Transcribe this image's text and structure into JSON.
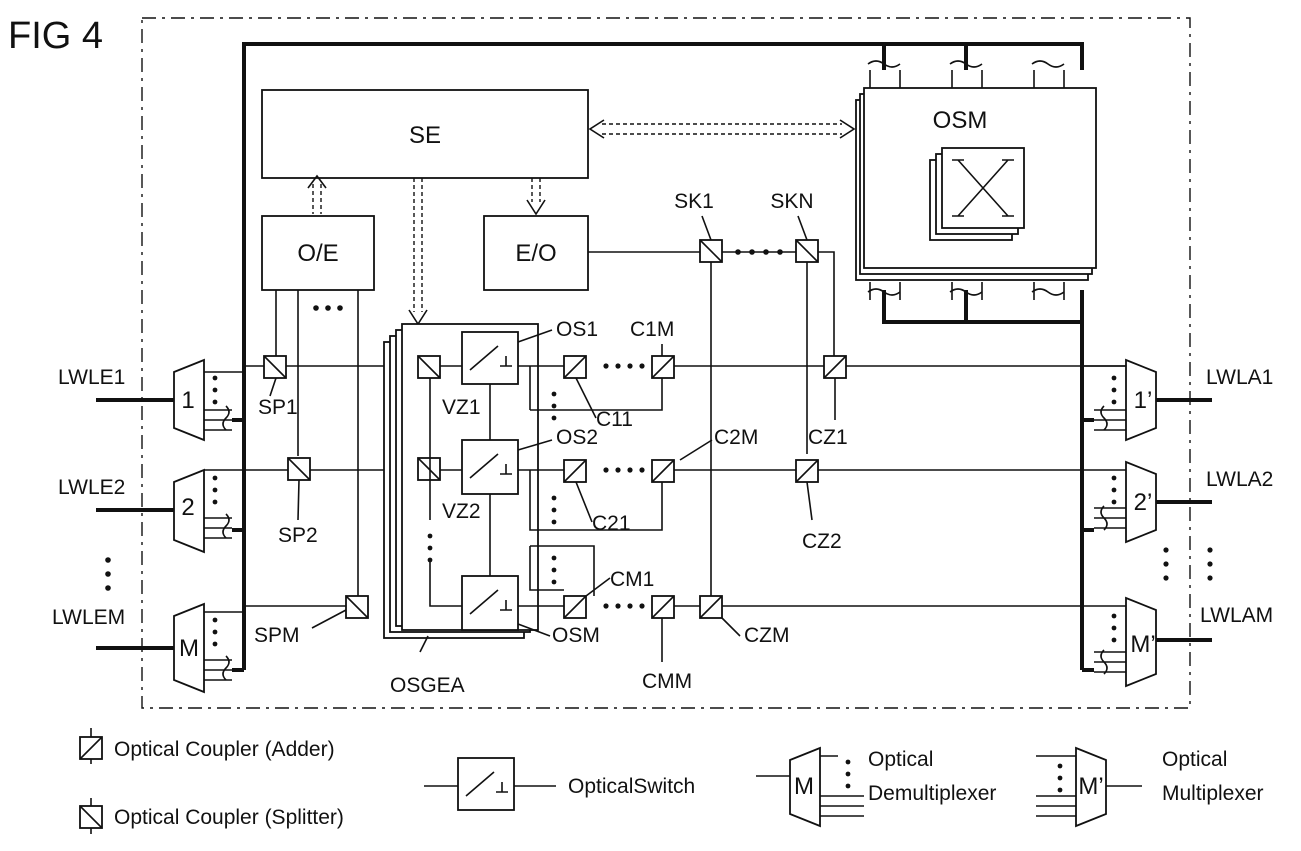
{
  "figure_label": "FIG 4",
  "blocks": {
    "se": "SE",
    "oe": "O/E",
    "eo": "E/O",
    "osm_matrix": "OSM"
  },
  "inputs": {
    "lwle1": "LWLE1",
    "lwle2": "LWLE2",
    "lwlem": "LWLEM",
    "demux1": "1",
    "demux2": "2",
    "demuxm": "M"
  },
  "outputs": {
    "lwla1": "LWLA1",
    "lwla2": "LWLA2",
    "lwlam": "LWLAM",
    "mux1": "1’",
    "mux2": "2’",
    "muxm": "M’"
  },
  "couplers": {
    "sp1": "SP1",
    "sp2": "SP2",
    "spm": "SPM",
    "vz1": "VZ1",
    "vz2": "VZ2",
    "os1": "OS1",
    "os2": "OS2",
    "osm": "OSM",
    "c1m": "C1M",
    "c11": "C11",
    "c2m": "C2M",
    "c21": "C21",
    "cm1": "CM1",
    "cmm": "CMM",
    "sk1": "SK1",
    "skn": "SKN",
    "cz1": "CZ1",
    "cz2": "CZ2",
    "czm": "CZM",
    "osgea": "OSGEA"
  },
  "legend": {
    "adder": "Optical Coupler (Adder)",
    "splitter": "Optical Coupler (Splitter)",
    "switch": "OpticalSwitch",
    "demux_box": "M",
    "demux_l1": "Optical",
    "demux_l2": "Demultiplexer",
    "mux_box": "M’",
    "mux_l1": "Optical",
    "mux_l2": "Multiplexer"
  }
}
